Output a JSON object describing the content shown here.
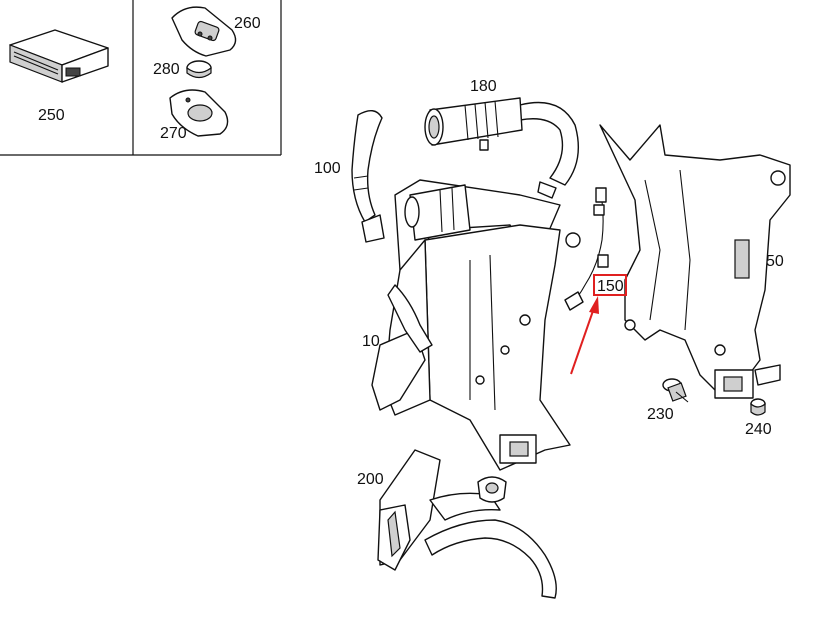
{
  "labels": {
    "p250": "250",
    "p260": "260",
    "p280": "280",
    "p270": "270",
    "p180": "180",
    "p100": "100",
    "p150": "150",
    "p50": "50",
    "p10": "10",
    "p230": "230",
    "p240": "240",
    "p200": "200"
  },
  "colors": {
    "highlight": "#e02020",
    "line": "#111111"
  }
}
